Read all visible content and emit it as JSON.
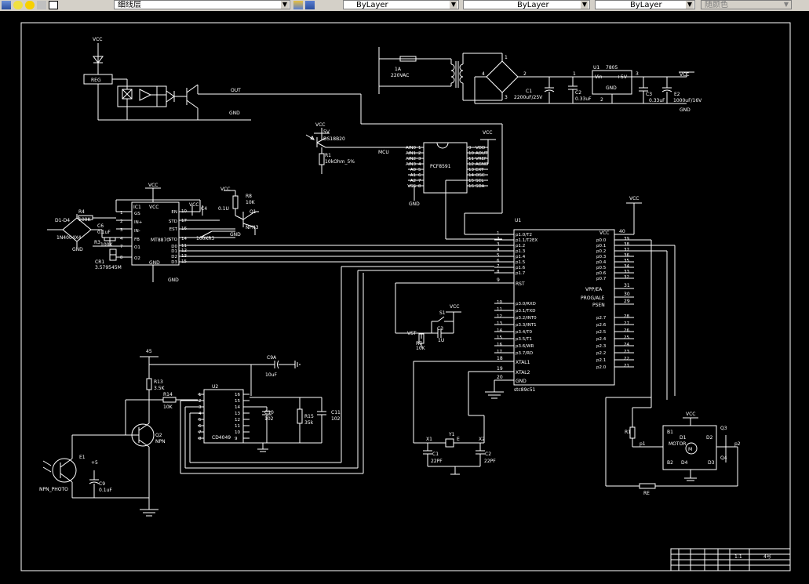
{
  "toolbar": {
    "layer_name": "细线层",
    "color_control": "ByLayer",
    "linetype_control": "ByLayer",
    "lineweight_control": "ByLayer",
    "plotstyle_control": "随颜色"
  },
  "labels": {
    "vcc": "VCC",
    "gnd": "GND",
    "reg": "REG",
    "out": "OUT",
    "fuse": "1A",
    "ac_input": "220VAC",
    "c1_cap": "C1",
    "c1_val": "2200uF/25V",
    "c2_lbl": "C2",
    "c2_val": "0.33uF",
    "u1_reg": "U1",
    "u1_part": "7805",
    "vin": "Vin",
    "plus5v": "+5V",
    "c3_lbl": "C3",
    "c3_val": "0.33uF",
    "e2_lbl": "E2",
    "e2_val": "1000uF/16V",
    "reg_pin1": "1",
    "reg_pin2": "2",
    "reg_pin3": "3",
    "bridge_1": "1",
    "bridge_2": "2",
    "bridge_3": "3",
    "bridge_4": "4",
    "v5": "5V",
    "ds18b20": "DS18B20",
    "r1": "R1",
    "r1_val": "10kOhm_5%",
    "mcu": "MCU",
    "adc_part": "PCF8591",
    "u1_mcu": "U1",
    "mcu_part": "stc89c51",
    "rst": "RST",
    "vpp_ea": "VPP/EA",
    "prog_ale": "PROG/ALE",
    "psen": "PSEN",
    "xtal1": "XTAL1",
    "xtal2": "XTAL2",
    "mcu_gnd": "GND",
    "mcu_vcc": "VCC",
    "ic1": "IC1",
    "mt8870": "MT8870",
    "cr1": "CR1",
    "crystal_val": "3.579545M",
    "q1_lbl": "Q1",
    "npn3": "NPN3",
    "r8": "R8",
    "r8_val": "10K",
    "r4": "R4",
    "r4_val": "100K",
    "r3": "R3",
    "r3_val": "100K",
    "c6": "C6",
    "c6_val": "0.1uF",
    "d1d4": "D1-D4",
    "in4004": "1N4004X4",
    "c4": "C4",
    "c4_val": "0.1U",
    "r_tone": "100KR3",
    "s1": "S1",
    "vst": "VST",
    "r_rst": "R7",
    "r_rst_val": "10K",
    "c_rst": "C3",
    "c_rst_val": "1U",
    "y1": "Y1",
    "x1": "X1",
    "x2": "X2",
    "c1_x": "C1",
    "c1_x_val": "22PF",
    "c2_x": "C2",
    "c2_x_val": "22PF",
    "c1_x_lbl": "E",
    "v45": "45",
    "r13": "R13",
    "r13_val": "3.5K",
    "r14": "R14",
    "r14_val": "10K",
    "q2": "Q2",
    "npn": "NPN",
    "e1": "E1",
    "npn_photo": "NPN_PHOTO",
    "plus5": "+5",
    "c9": "C9",
    "c9_val": "0.1uF",
    "u2": "U2",
    "ic_4049": "CD4049",
    "c10": "C10",
    "c10_val": "102",
    "r15": "R15",
    "r15_val": "35k",
    "c11": "C11",
    "c11_val": "102",
    "c_top": "C9A",
    "c_top_val": "10uF",
    "q3": "Q3",
    "q4": "Q4",
    "b1": "B1",
    "b2": "B2",
    "d1": "D1",
    "d2": "D2",
    "d3": "D3",
    "d4": "D4",
    "motor": "M",
    "p1": "p1",
    "p2": "p2",
    "r1_b": "R1",
    "re": "RE",
    "motor_type": "MOTOR",
    "tb_1": "1:1",
    "tb_text": "4号"
  },
  "mcu_left_pins": [
    {
      "num": "1",
      "name": "p1.0/T2"
    },
    {
      "num": "2",
      "name": "p1.1/T2EX"
    },
    {
      "num": "3",
      "name": "p1.2"
    },
    {
      "num": "4",
      "name": "p1.3"
    },
    {
      "num": "5",
      "name": "p1.4"
    },
    {
      "num": "6",
      "name": "p1.5"
    },
    {
      "num": "7",
      "name": "p1.6"
    },
    {
      "num": "8",
      "name": "p1.7"
    }
  ],
  "mcu_left_pins2": [
    {
      "num": "10",
      "name": "p3.0/RXD"
    },
    {
      "num": "11",
      "name": "p3.1/TXD"
    },
    {
      "num": "12",
      "name": "p3.2/INT0"
    },
    {
      "num": "13",
      "name": "p3.3/INT1"
    },
    {
      "num": "14",
      "name": "p3.4/T0"
    },
    {
      "num": "15",
      "name": "p3.5/T1"
    },
    {
      "num": "16",
      "name": "p3.6/WR"
    },
    {
      "num": "17",
      "name": "p3.7/RD"
    }
  ],
  "mcu_right_pins": [
    {
      "num": "39",
      "name": "p0.0"
    },
    {
      "num": "38",
      "name": "p0.1"
    },
    {
      "num": "37",
      "name": "p0.2"
    },
    {
      "num": "36",
      "name": "p0.3"
    },
    {
      "num": "35",
      "name": "p0.4"
    },
    {
      "num": "34",
      "name": "p0.5"
    },
    {
      "num": "33",
      "name": "p0.6"
    },
    {
      "num": "32",
      "name": "p0.7"
    }
  ],
  "mcu_right_pins2": [
    {
      "num": "28",
      "name": "p2.7"
    },
    {
      "num": "27",
      "name": "p2.6"
    },
    {
      "num": "26",
      "name": "p2.5"
    },
    {
      "num": "25",
      "name": "p2.4"
    },
    {
      "num": "24",
      "name": "p2.3"
    },
    {
      "num": "23",
      "name": "p2.2"
    },
    {
      "num": "22",
      "name": "p2.1"
    },
    {
      "num": "21",
      "name": "p2.0"
    }
  ],
  "adc_left_pins": [
    {
      "num": "1",
      "name": "AIN0"
    },
    {
      "num": "2",
      "name": "AIN1"
    },
    {
      "num": "3",
      "name": "AIN2"
    },
    {
      "num": "4",
      "name": "AIN3"
    },
    {
      "num": "5",
      "name": "A0"
    },
    {
      "num": "6",
      "name": "A1"
    },
    {
      "num": "7",
      "name": "A2"
    },
    {
      "num": "8",
      "name": "VSS"
    }
  ],
  "adc_right_pins": [
    {
      "num": "9",
      "name": "VDD"
    },
    {
      "num": "10",
      "name": "AOUT"
    },
    {
      "num": "11",
      "name": "VREF"
    },
    {
      "num": "12",
      "name": "AGND"
    },
    {
      "num": "13",
      "name": "EXT"
    },
    {
      "num": "14",
      "name": "OSC"
    },
    {
      "num": "15",
      "name": "SCL"
    },
    {
      "num": "16",
      "name": "SDA"
    }
  ],
  "mt_left_pins": [
    {
      "num": "1",
      "name": "GS"
    },
    {
      "num": "2",
      "name": "IN+"
    },
    {
      "num": "3",
      "name": "IN-"
    },
    {
      "num": "4",
      "name": "FB"
    },
    {
      "num": "7",
      "name": "O1"
    },
    {
      "num": "8",
      "name": "O2"
    }
  ],
  "mt_right_pins": [
    {
      "num": "10",
      "name": "EN"
    },
    {
      "num": "17",
      "name": "STD"
    },
    {
      "num": "16",
      "name": "EST"
    },
    {
      "num": "14",
      "name": "STO"
    },
    {
      "num": "11",
      "name": "D0"
    },
    {
      "num": "12",
      "name": "D1"
    },
    {
      "num": "13",
      "name": "D2"
    },
    {
      "num": "15",
      "name": "D3"
    }
  ],
  "u2_pins_left": [
    "1",
    "2",
    "3",
    "4",
    "5",
    "6",
    "7",
    "8"
  ],
  "u2_pins_right": [
    "16",
    "15",
    "14",
    "13",
    "12",
    "11",
    "10",
    "9"
  ]
}
